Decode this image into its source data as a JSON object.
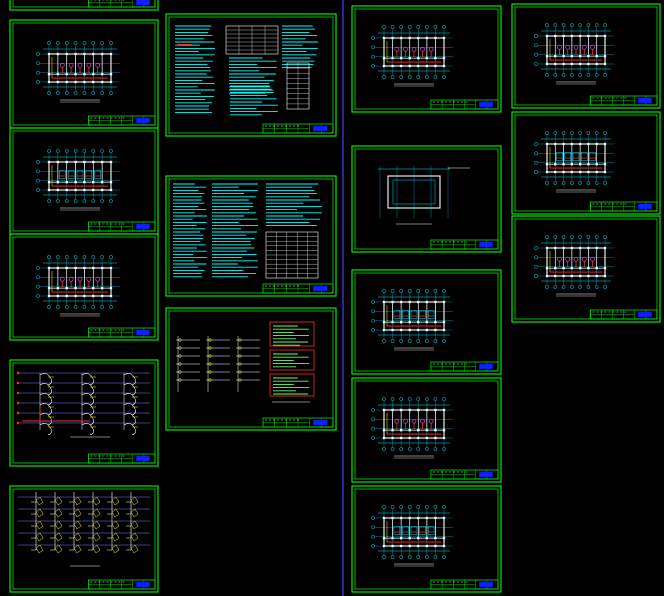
{
  "app": {
    "background": "#000000",
    "frame_color": "#00ff00",
    "separator_color": "#4b3cff",
    "plan_line_color": "#00e5ff",
    "wall_color": "#ffffff",
    "accent_color": "#ff2d2d",
    "highlight_color": "#ffff00",
    "text_color": "#00ffff"
  },
  "columns": [
    {
      "id": "left",
      "sheets": [
        "floor-plan",
        "floor-plan",
        "floor-plan",
        "system-diagram",
        "riser-diagram"
      ]
    },
    {
      "id": "middle",
      "sheets": [
        "design-notes",
        "equipment-notes",
        "legend-sheet"
      ]
    },
    {
      "id": "right-a",
      "sheets": [
        "floor-plan",
        "roof-plan",
        "floor-plan",
        "floor-plan",
        "floor-plan"
      ]
    },
    {
      "id": "right-b",
      "sheets": [
        "floor-plan",
        "floor-plan",
        "floor-plan"
      ]
    }
  ]
}
